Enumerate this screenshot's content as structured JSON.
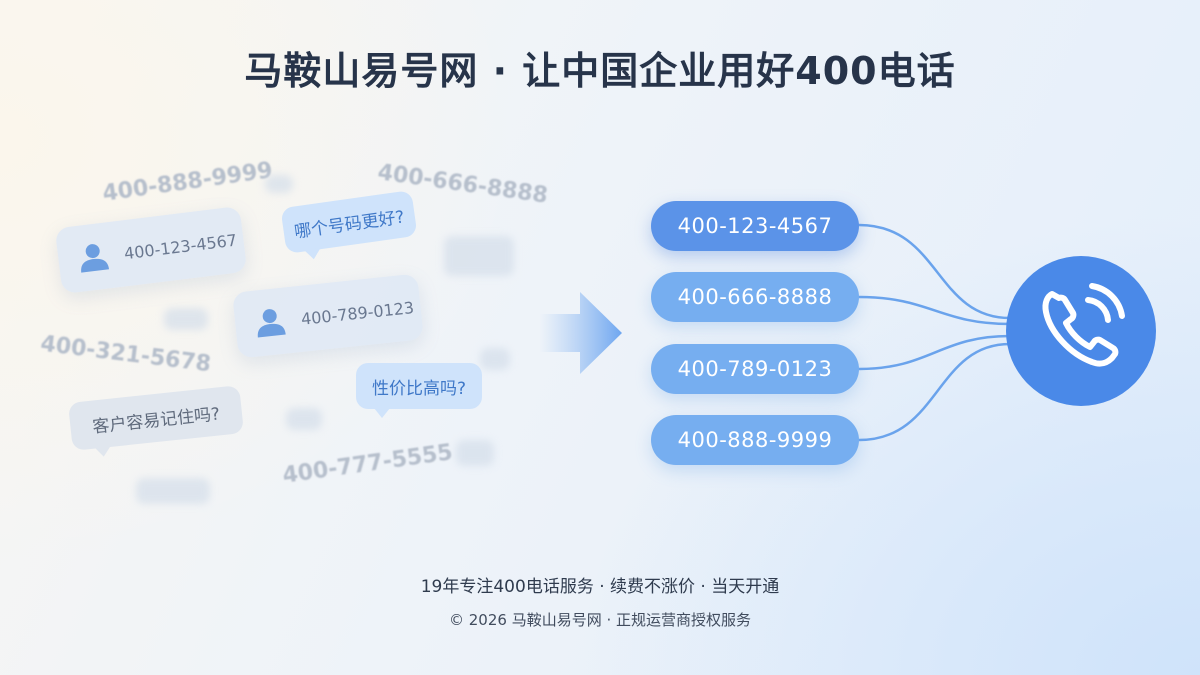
{
  "title": "马鞍山易号网 · 让中国企业用好400电话",
  "background_numbers": [
    "400-888-9999",
    "400-666-8888",
    "400-321-5678",
    "400-777-5555"
  ],
  "contact_cards": [
    "400-123-4567",
    "400-789-0123"
  ],
  "speech_bubbles": [
    "哪个号码更好?",
    "性价比高吗?",
    "客户容易记住吗?"
  ],
  "number_pills": [
    "400-123-4567",
    "400-666-8888",
    "400-789-0123",
    "400-888-9999"
  ],
  "icons": {
    "avatar": "user-avatar-icon",
    "arrow": "arrow-right-icon",
    "phone": "phone-ringing-icon"
  },
  "colors": {
    "pill_primary": "#5b93e8",
    "pill_secondary": "#76aef0",
    "phone_circle": "#4a89e8",
    "title": "#27344a"
  },
  "footer": {
    "tagline": "19年专注400电话服务 · 续费不涨价 · 当天开通",
    "copyright": "© 2026 马鞍山易号网 · 正规运营商授权服务"
  }
}
